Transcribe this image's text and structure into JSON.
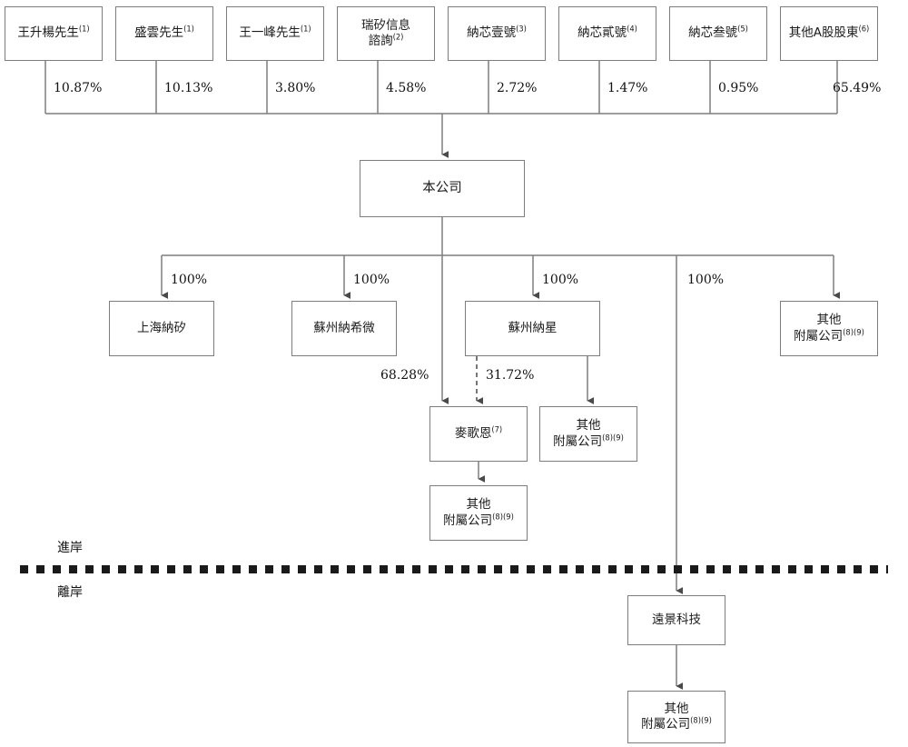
{
  "diagram": {
    "title": "Shareholding and corporate structure chart",
    "type": "org-chart",
    "line_color": "#7d7d7d",
    "text_color": "#1b1b1b",
    "divider_color": "#1a1a1a"
  },
  "shareholders": [
    {
      "id": "sh1",
      "name": "王升楊先生",
      "note": "(1)",
      "percent": "10.87%"
    },
    {
      "id": "sh2",
      "name": "盛雲先生",
      "note": "(1)",
      "percent": "10.13%"
    },
    {
      "id": "sh3",
      "name": "王一峰先生",
      "note": "(1)",
      "percent": "3.80%"
    },
    {
      "id": "sh4",
      "name": "瑞矽信息\n諮詢",
      "note": "(2)",
      "percent": "4.58%"
    },
    {
      "id": "sh5",
      "name": "納芯壹號",
      "note": "(3)",
      "percent": "2.72%"
    },
    {
      "id": "sh6",
      "name": "納芯貳號",
      "note": "(4)",
      "percent": "1.47%"
    },
    {
      "id": "sh7",
      "name": "納芯叁號",
      "note": "(5)",
      "percent": "0.95%"
    },
    {
      "id": "sh8",
      "name": "其他A股股東",
      "note": "(6)",
      "percent": "65.49%"
    }
  ],
  "company": {
    "id": "company",
    "name": "本公司",
    "note": ""
  },
  "onshore_subsidiaries": [
    {
      "id": "sub1",
      "name": "上海納矽",
      "note": "",
      "percent": "100%"
    },
    {
      "id": "sub2",
      "name": "蘇州納希微",
      "note": "",
      "percent": "100%"
    },
    {
      "id": "sub3",
      "name": "蘇州納星",
      "note": "",
      "percent": "100%"
    },
    {
      "id": "sub4",
      "name": "其他\n附屬公司",
      "note": "(8)(9)",
      "percent": "100%"
    }
  ],
  "magnachip": {
    "id": "mcn",
    "name": "麥歌恩",
    "note": "(7)",
    "from_company_percent": "68.28%",
    "from_nastar_percent": "31.72%"
  },
  "other_subs": {
    "nastar_child": {
      "id": "oth1",
      "name": "其他\n附屬公司",
      "note": "(8)(9)"
    },
    "mcn_child": {
      "id": "oth2",
      "name": "其他\n附屬公司",
      "note": "(8)(9)"
    },
    "offshore_child": {
      "id": "oth3",
      "name": "其他\n附屬公司",
      "note": "(8)(9)"
    }
  },
  "zones": {
    "onshore_label": "進岸",
    "offshore_label": "離岸"
  },
  "offshore": {
    "id": "off1",
    "name": "遠景科技",
    "note": ""
  }
}
